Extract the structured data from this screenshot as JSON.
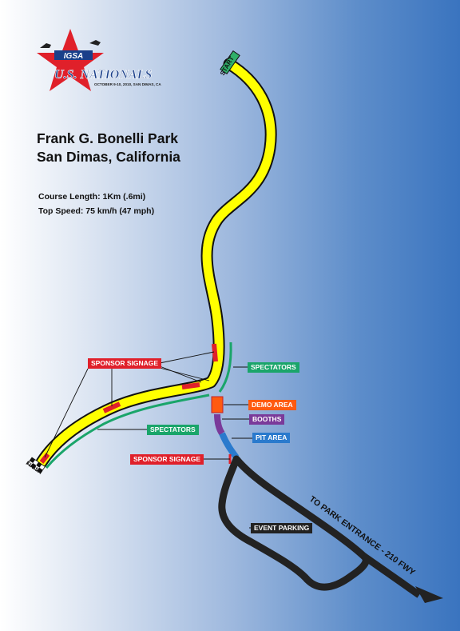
{
  "logo": {
    "brand": "IGSA",
    "event": "U.S. NATIONALS",
    "dates": "OCTOBER 9-10, 2010, SAN DIMAS, CA"
  },
  "header": {
    "title": "Frank G. Bonelli Park",
    "subtitle": "San Dimas, California"
  },
  "stats": {
    "course_length": "Course Length: 1Km (.6mi)",
    "top_speed": "Top Speed: 75 km/h (47 mph)"
  },
  "markers": {
    "start": "START",
    "finish": "FINISH"
  },
  "labels": {
    "sponsor_signage_top": "SPONSOR SIGNAGE",
    "sponsor_signage_bottom": "SPONSOR SIGNAGE",
    "spectators_right": "SPECTATORS",
    "spectators_bottom": "SPECTATORS",
    "demo_area": "DEMO AREA",
    "booths": "BOOTHS",
    "pit_area": "PIT AREA",
    "event_parking": "EVENT PARKING"
  },
  "road": {
    "to_park_entrance": "TO PARK ENTRANCE - 210 FWY"
  },
  "colors": {
    "track": "#ffff00",
    "track_outline": "#111111",
    "spectators": "#1aa56a",
    "sponsor": "#e0202a",
    "demo_area": "#ff5a10",
    "booths": "#7a3a9a",
    "pit_area": "#2a7acd",
    "road": "#222222",
    "start_marker": "#2fb06a"
  }
}
